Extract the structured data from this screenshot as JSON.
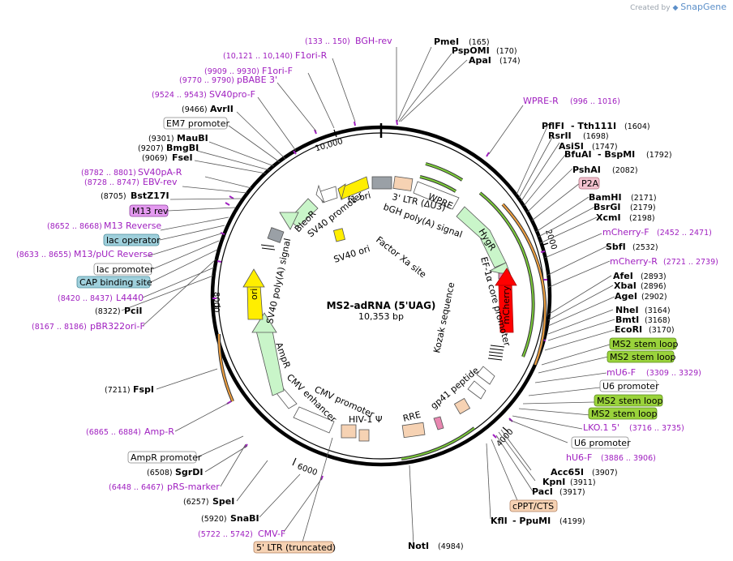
{
  "credit": {
    "prefix": "Created by",
    "brand": "SnapGene"
  },
  "plasmid": {
    "name": "MS2-adRNA (5'UAG)",
    "length": "10,353 bp"
  },
  "ticks": [
    {
      "label": "10,000"
    },
    {
      "label": "2000"
    },
    {
      "label": "4000"
    },
    {
      "label": "6000"
    },
    {
      "label": "8000"
    }
  ],
  "sites": [
    {
      "name": "PmeI",
      "pos": "(165)"
    },
    {
      "name": "PspOMI",
      "pos": "(170)"
    },
    {
      "name": "ApaI",
      "pos": "(174)"
    },
    {
      "name": "PflFI",
      "name2": "- Tth111I",
      "pos": "(1604)"
    },
    {
      "name": "RsrII",
      "pos": "(1698)"
    },
    {
      "name": "AsiSI",
      "pos": "(1747)"
    },
    {
      "name": "BfuAI",
      "name2": "- BspMI",
      "pos": "(1792)"
    },
    {
      "name": "PshAI",
      "pos": "(2082)"
    },
    {
      "name": "BamHI",
      "pos": "(2171)"
    },
    {
      "name": "BsrGI",
      "pos": "(2179)"
    },
    {
      "name": "XcmI",
      "pos": "(2198)"
    },
    {
      "name": "SbfI",
      "pos": "(2532)"
    },
    {
      "name": "AfeI",
      "pos": "(2893)"
    },
    {
      "name": "XbaI",
      "pos": "(2896)"
    },
    {
      "name": "AgeI",
      "pos": "(2902)"
    },
    {
      "name": "NheI",
      "pos": "(3164)"
    },
    {
      "name": "BmtI",
      "pos": "(3168)"
    },
    {
      "name": "EcoRI",
      "pos": "(3170)"
    },
    {
      "name": "Acc65I",
      "pos": "(3907)"
    },
    {
      "name": "KpnI",
      "pos": "(3911)"
    },
    {
      "name": "PacI",
      "pos": "(3917)"
    },
    {
      "name": "KflI",
      "name2": "- PpuMI",
      "pos": "(4199)"
    },
    {
      "name": "NotI",
      "pos": "(4984)"
    },
    {
      "name": "SnaBI",
      "pos": "(5920)"
    },
    {
      "name": "SpeI",
      "pos": "(6257)"
    },
    {
      "name": "SgrDI",
      "pos": "(6508)"
    },
    {
      "name": "FspI",
      "pos": "(7211)"
    },
    {
      "name": "PciI",
      "pos": "(8322)"
    },
    {
      "name": "BstZ17I",
      "pos": "(8705)"
    },
    {
      "name": "FseI",
      "pos": "(9069)"
    },
    {
      "name": "BmgBI",
      "pos": "(9207)"
    },
    {
      "name": "MauBI",
      "pos": "(9301)"
    },
    {
      "name": "AvrII",
      "pos": "(9466)"
    }
  ],
  "primers": [
    {
      "name": "BGH-rev",
      "pos": "(133 .. 150)"
    },
    {
      "name": "F1ori-R",
      "pos": "(10,121 .. 10,140)"
    },
    {
      "name": "F1ori-F",
      "pos": "(9909 .. 9930)"
    },
    {
      "name": "pBABE 3'",
      "pos": "(9770 .. 9790)"
    },
    {
      "name": "SV40pro-F",
      "pos": "(9524 .. 9543)"
    },
    {
      "name": "WPRE-R",
      "pos": "(996 .. 1016)"
    },
    {
      "name": "mCherry-F",
      "pos": "(2452 .. 2471)"
    },
    {
      "name": "mCherry-R",
      "pos": "(2721 .. 2739)"
    },
    {
      "name": "mU6-F",
      "pos": "(3309 .. 3329)"
    },
    {
      "name": "LKO.1 5'",
      "pos": "(3716 .. 3735)"
    },
    {
      "name": "hU6-F",
      "pos": "(3886 .. 3906)"
    },
    {
      "name": "CMV-F",
      "pos": "(5722 .. 5742)"
    },
    {
      "name": "pRS-marker",
      "pos": "(6448 .. 6467)"
    },
    {
      "name": "Amp-R",
      "pos": "(6865 .. 6884)"
    },
    {
      "name": "pBR322ori-F",
      "pos": "(8167 .. 8186)"
    },
    {
      "name": "L4440",
      "pos": "(8420 .. 8437)"
    },
    {
      "name": "M13/pUC Reverse",
      "pos": "(8633 .. 8655)"
    },
    {
      "name": "M13 Reverse",
      "pos": "(8652 .. 8668)"
    },
    {
      "name": "EBV-rev",
      "pos": "(8728 .. 8747)"
    },
    {
      "name": "SV40pA-R",
      "pos": "(8782 .. 8801)"
    }
  ],
  "boxed_labels": [
    {
      "text": "EM7 promoter",
      "color": "#ffffff"
    },
    {
      "text": "P2A",
      "color": "#f3c2cf"
    },
    {
      "text": "MS2 stem loop",
      "color": "#9ad33b"
    },
    {
      "text": "MS2 stem loop",
      "color": "#9ad33b"
    },
    {
      "text": "U6 promoter",
      "color": "#ffffff"
    },
    {
      "text": "MS2 stem loop",
      "color": "#9ad33b"
    },
    {
      "text": "MS2 stem loop",
      "color": "#9ad33b"
    },
    {
      "text": "U6 promoter",
      "color": "#ffffff"
    },
    {
      "text": "cPPT/CTS",
      "color": "#f6d2b3"
    },
    {
      "text": "5' LTR (truncated)",
      "color": "#f6d2b3"
    },
    {
      "text": "AmpR promoter",
      "color": "#ffffff"
    },
    {
      "text": "M13 rev",
      "color": "#e49af0"
    },
    {
      "text": "lac operator",
      "color": "#9fd0dc"
    },
    {
      "text": "lac promoter",
      "color": "#ffffff"
    },
    {
      "text": "CAP binding site",
      "color": "#9fd0dc"
    }
  ],
  "inner_labels": [
    "f1 ori",
    "3' LTR (ΔU3)",
    "bGH poly(A) signal",
    "WPRE",
    "HygR",
    "EF-1α core promoter",
    "mCherry",
    "Factor Xa site",
    "Kozak sequence",
    "gp41 peptide",
    "RRE",
    "HIV-1 Ψ",
    "CMV promoter",
    "CMV enhancer",
    "AmpR",
    "ori",
    "SV40 poly(A) signal",
    "BleoR",
    "SV40 promoter",
    "SV40 ori"
  ],
  "colors": {
    "primer": "#a020c0",
    "ring": "#000000",
    "bleor": "#c9f5c9",
    "f1ori": "#ffee00",
    "mcherry": "#ff0000",
    "ltr": "#f6d2b3",
    "green_arrow": "#3c9a2a",
    "orange_arrow": "#f0a040"
  }
}
